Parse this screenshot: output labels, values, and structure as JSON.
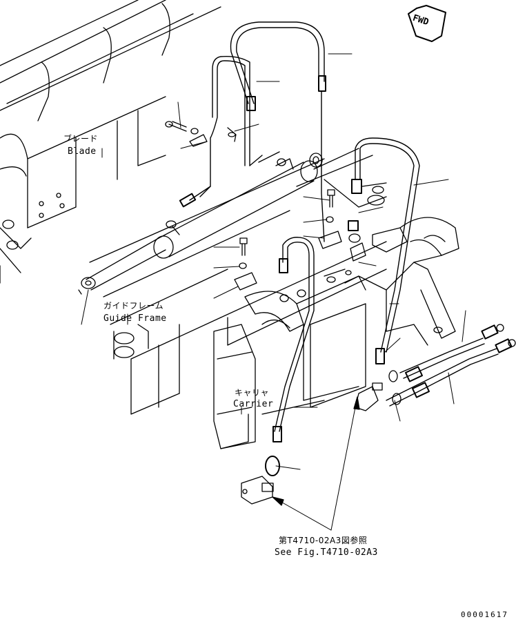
{
  "labels": {
    "blade_jp": "ブレード",
    "blade_en": "Blade",
    "guide_frame_jp": "ガイドフレーム",
    "guide_frame_en": "Guide Frame",
    "carrier_jp": "キャリャ",
    "carrier_en": "Carrier",
    "reference_jp": "第T4710-02A3図参照",
    "reference_en": "See Fig.T4710-02A3"
  },
  "direction_indicator": "FWD",
  "drawing_number": "00001617"
}
